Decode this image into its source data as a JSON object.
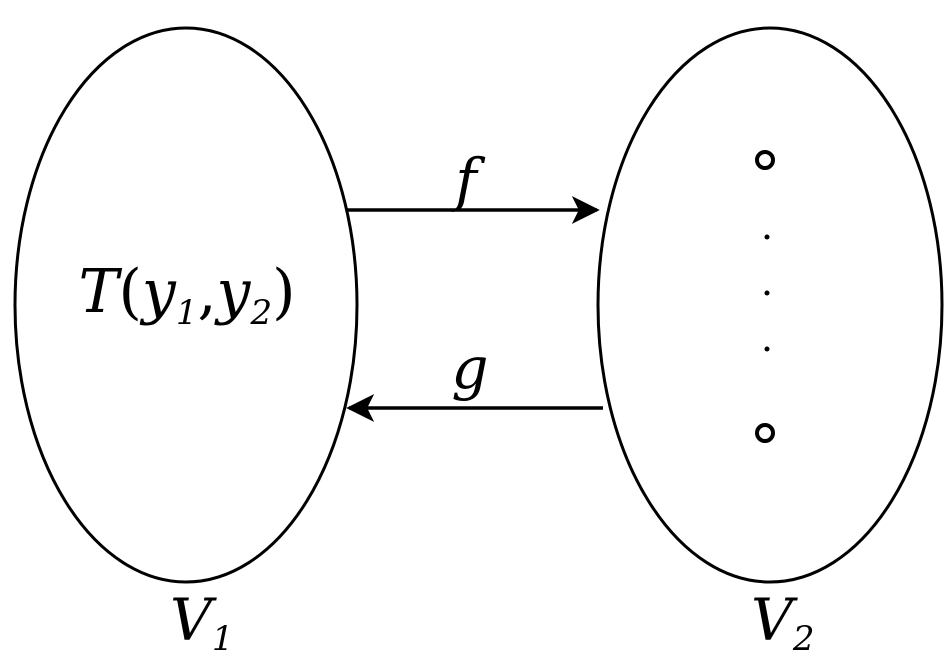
{
  "diagram": {
    "left_set": {
      "label_main": "V",
      "label_sub": "1",
      "contents": {
        "func": "T",
        "open_paren": "(",
        "arg1_main": "y",
        "arg1_sub": "1",
        "comma": ",",
        "arg2_main": "y",
        "arg2_sub": "2",
        "close_paren": ")"
      }
    },
    "right_set": {
      "label_main": "V",
      "label_sub": "2"
    },
    "map_forward": {
      "label": "f"
    },
    "map_backward": {
      "label": "g"
    },
    "colors": {
      "stroke": "#000000",
      "background": "#ffffff"
    }
  }
}
